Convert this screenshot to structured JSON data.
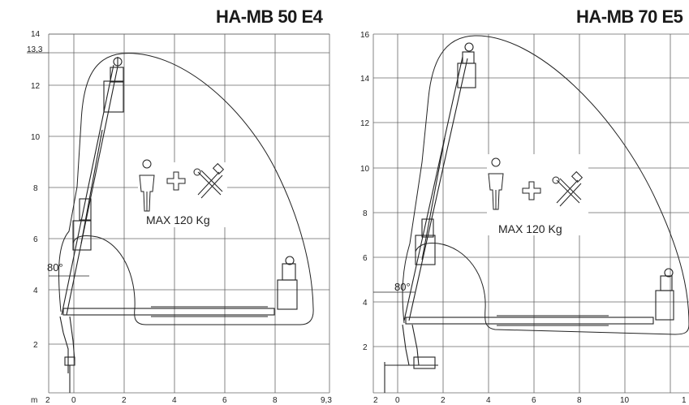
{
  "diagrams": [
    {
      "title": "HA-MB 50 E4",
      "y_ticks": [
        "2",
        "4",
        "6",
        "8",
        "10",
        "12",
        "13,3",
        "14"
      ],
      "x_ticks": [
        "m",
        "2",
        "0",
        "2",
        "4",
        "6",
        "8",
        "9,3"
      ],
      "angle_label": "80°",
      "capacity_label": "MAX 120 Kg"
    },
    {
      "title": "HA-MB 70 E5",
      "y_ticks": [
        "2",
        "4",
        "6",
        "8",
        "10",
        "12",
        "14",
        "16"
      ],
      "x_ticks": [
        "2",
        "0",
        "2",
        "4",
        "6",
        "8",
        "10",
        "1"
      ],
      "angle_label": "80°",
      "capacity_label": "MAX 120 Kg"
    }
  ],
  "icons": [
    "worker-icon",
    "plus-icon",
    "tools-icon"
  ]
}
